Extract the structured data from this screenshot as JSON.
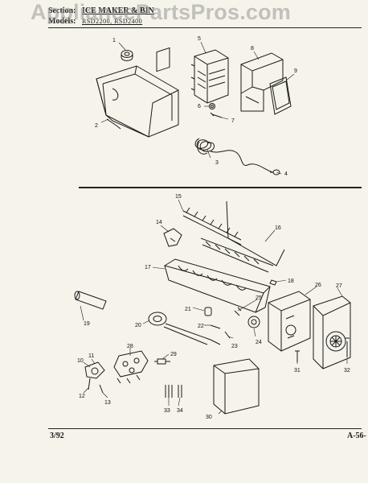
{
  "header": {
    "section_label": "Section:",
    "section_value": "ICE MAKER & BIN",
    "models_label": "Models:",
    "models_value": "RSD2200, RSD2400"
  },
  "watermark": "AppliancePartsPros.com",
  "footer": {
    "date": "3/92",
    "page": "A-56-"
  },
  "callouts": [
    "1",
    "2",
    "3",
    "4",
    "5",
    "6",
    "7",
    "8",
    "9",
    "10",
    "11",
    "12",
    "13",
    "14",
    "15",
    "16",
    "17",
    "18",
    "19",
    "20",
    "21",
    "22",
    "23",
    "24",
    "25",
    "26",
    "27",
    "28",
    "29",
    "30",
    "31",
    "32",
    "33",
    "34"
  ],
  "colors": {
    "ink": "#1a1a1a",
    "paper": "#f6f3ea",
    "watermark": "#969696"
  }
}
